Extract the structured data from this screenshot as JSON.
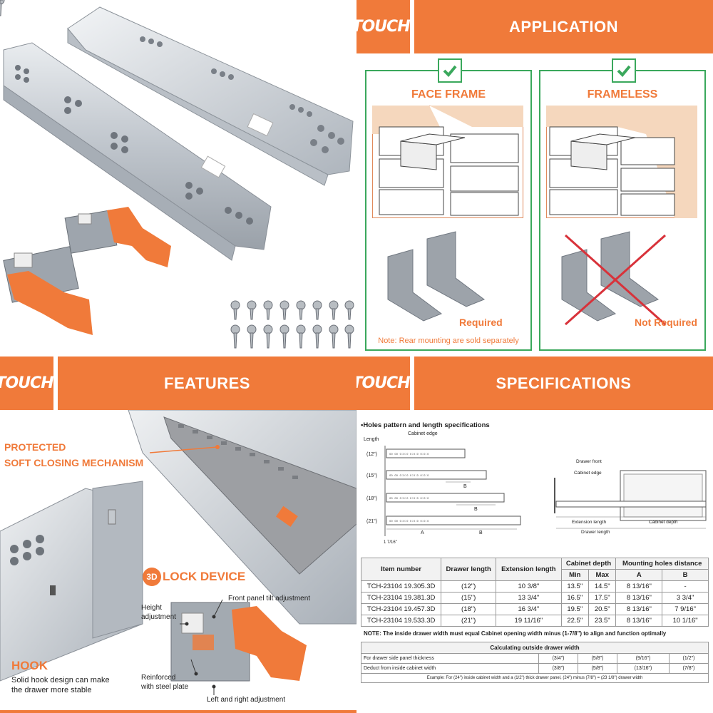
{
  "brand": {
    "logo_text": "TOUCH",
    "reg_mark": "®",
    "accent": "#f07a3a",
    "green": "#3aa85c"
  },
  "application": {
    "header": "APPLICATION",
    "face_frame_title": "FACE FRAME",
    "frameless_title": "FRAMELESS",
    "required_label": "Required",
    "not_required_label": "Not Required",
    "note": "Note: Rear mounting are sold separately"
  },
  "features": {
    "header": "FEATURES",
    "protected_line1": "PROTECTED",
    "protected_line2": "SOFT CLOSING MECHANISM",
    "lock_3d": "3D",
    "lock_rest": "LOCK DEVICE",
    "front_panel_tilt": "Front panel tilt adjustment",
    "height_line1": "Height",
    "height_line2": "adjustment",
    "reinforced_line1": "Reinforced",
    "reinforced_line2": "with steel plate",
    "left_right": "Left and right adjustment",
    "hook_title": "HOOK",
    "hook_desc_line1": "Solid hook design can make",
    "hook_desc_line2": "the drawer more stable"
  },
  "specifications": {
    "header": "SPECIFICATIONS",
    "holes_title": "•Holes pattern and length specifications",
    "length_label": "Length",
    "cabinet_edge": "Cabinet edge",
    "sizes": [
      "(12\")",
      "(15\")",
      "(18\")",
      "(21\")"
    ],
    "dim_a": "A",
    "dim_b": "B",
    "offset": "1 7/16\"",
    "drawer_front": "Drawer front",
    "cabinet_edge2": "Cabinet edge",
    "extension_length": "Extension length",
    "cabinet_depth": "Cabinet depth",
    "drawer_length": "Drawer length",
    "table_headers": {
      "item": "Item number",
      "drawer_length": "Drawer length",
      "extension_length": "Extension length",
      "cabinet_depth": "Cabinet depth",
      "min": "Min",
      "max": "Max",
      "mounting": "Mounting holes distance",
      "a": "A",
      "b": "B"
    },
    "rows": [
      [
        "TCH-23104 19.305.3D",
        "(12\")",
        "10 3/8\"",
        "13.5\"",
        "14.5\"",
        "8 13/16\"",
        "-"
      ],
      [
        "TCH-23104 19.381.3D",
        "(15\")",
        "13 3/4\"",
        "16.5\"",
        "17.5\"",
        "8 13/16\"",
        "3 3/4\""
      ],
      [
        "TCH-23104 19.457.3D",
        "(18\")",
        "16 3/4\"",
        "19.5\"",
        "20.5\"",
        "8 13/16\"",
        "7 9/16\""
      ],
      [
        "TCH-23104 19.533.3D",
        "(21\")",
        "19 11/16\"",
        "22.5\"",
        "23.5\"",
        "8 13/16\"",
        "10 1/16\""
      ]
    ],
    "note": "NOTE: The inside drawer width must equal Cabinet opening width minus (1-7/8\") to align and function optimally",
    "calc_title": "Calculating outside drawer width",
    "calc_rows": [
      [
        "For drawer side panel thickness",
        "(3/4\")",
        "(5/8\")",
        "(9/16\")",
        "(1/2\")"
      ],
      [
        "Deduct from inside cabinet width",
        "(3/8\")",
        "(5/8\")",
        "(13/16\")",
        "(7/8\")"
      ]
    ],
    "example": "Example: For (24\") inside cabinet width and a (1/2\") thick drawer panel, (24\") minus (7/8\") = (23 1/8\") drawer width"
  }
}
